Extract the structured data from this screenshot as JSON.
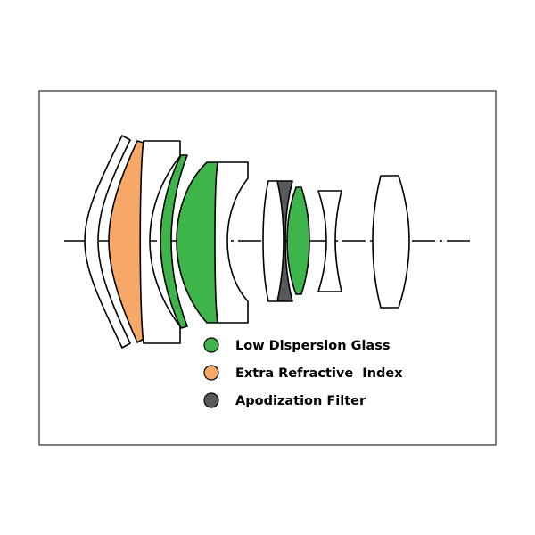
{
  "colors": {
    "background": "#ffffff",
    "stroke": "#000000",
    "low_dispersion": "#3db54a",
    "extra_refractive": "#f7a867",
    "apodization": "#58595b",
    "plain_element": "#ffffff"
  },
  "diagram": {
    "elements": [
      {
        "id": "element-1",
        "type": "meniscus",
        "glass": "plain"
      },
      {
        "id": "element-2",
        "type": "meniscus",
        "glass": "extra_refractive"
      },
      {
        "id": "element-3",
        "type": "meniscus",
        "glass": "plain"
      },
      {
        "id": "element-4",
        "type": "meniscus",
        "glass": "low_dispersion"
      },
      {
        "id": "element-5",
        "type": "convex",
        "glass": "low_dispersion"
      },
      {
        "id": "element-6",
        "type": "concave",
        "glass": "plain"
      },
      {
        "id": "element-7",
        "type": "biconvex",
        "glass": "plain"
      },
      {
        "id": "element-8",
        "type": "filter",
        "glass": "apodization"
      },
      {
        "id": "element-9",
        "type": "biconvex",
        "glass": "low_dispersion"
      },
      {
        "id": "element-10",
        "type": "biconcave",
        "glass": "plain"
      },
      {
        "id": "element-11",
        "type": "biconvex",
        "glass": "plain"
      }
    ]
  },
  "legend": {
    "items": [
      {
        "label": "Low Dispersion Glass",
        "color": "#3db54a"
      },
      {
        "label": "Extra Refractive  Index",
        "color": "#f7a867"
      },
      {
        "label": "Apodization Filter",
        "color": "#58595b"
      }
    ]
  }
}
